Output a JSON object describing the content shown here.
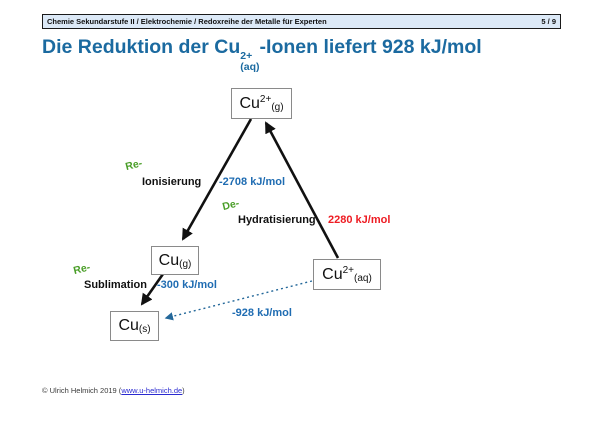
{
  "header": {
    "breadcrumb": "Chemie Sekundarstufe II / Elektrochemie / Redoxreihe der Metalle für Experten",
    "page_number": "5 / 9"
  },
  "title": {
    "prefix": "Die Reduktion der Cu",
    "charge": "2+",
    "state": "(aq)",
    "suffix": "-Ionen liefert 928 kJ/mol"
  },
  "diagram": {
    "nodes": [
      {
        "id": "cu2-g",
        "element": "Cu",
        "charge": "2+",
        "state": "(g)"
      },
      {
        "id": "cu-g",
        "element": "Cu",
        "charge": "",
        "state": "(g)"
      },
      {
        "id": "cu-s",
        "element": "Cu",
        "charge": "",
        "state": "(s)"
      },
      {
        "id": "cu2-aq",
        "element": "Cu",
        "charge": "2+",
        "state": "(aq)"
      }
    ],
    "edges": [
      {
        "prefix": "Re-",
        "process": "Ionisierung",
        "energy": "-2708 kJ/mol"
      },
      {
        "prefix": "De-",
        "process": "Hydratisierung",
        "energy": "2280 kJ/mol"
      },
      {
        "prefix": "Re-",
        "process": "Sublimation",
        "energy": "-300 kJ/mol"
      },
      {
        "process": "",
        "energy": "-928 kJ/mol"
      }
    ]
  },
  "footer": {
    "copyright_prefix": "© Ulrich Helmich 2019 (",
    "link_text": "www.u-helmich.de",
    "copyright_suffix": ")"
  },
  "colors": {
    "accent_blue": "#1b6aa0",
    "energy_blue": "#1f6cb2",
    "energy_red": "#ee1c23",
    "process_green": "#4a9e28",
    "dotted_blue": "#24689a",
    "header_bg": "#dce9f7"
  }
}
